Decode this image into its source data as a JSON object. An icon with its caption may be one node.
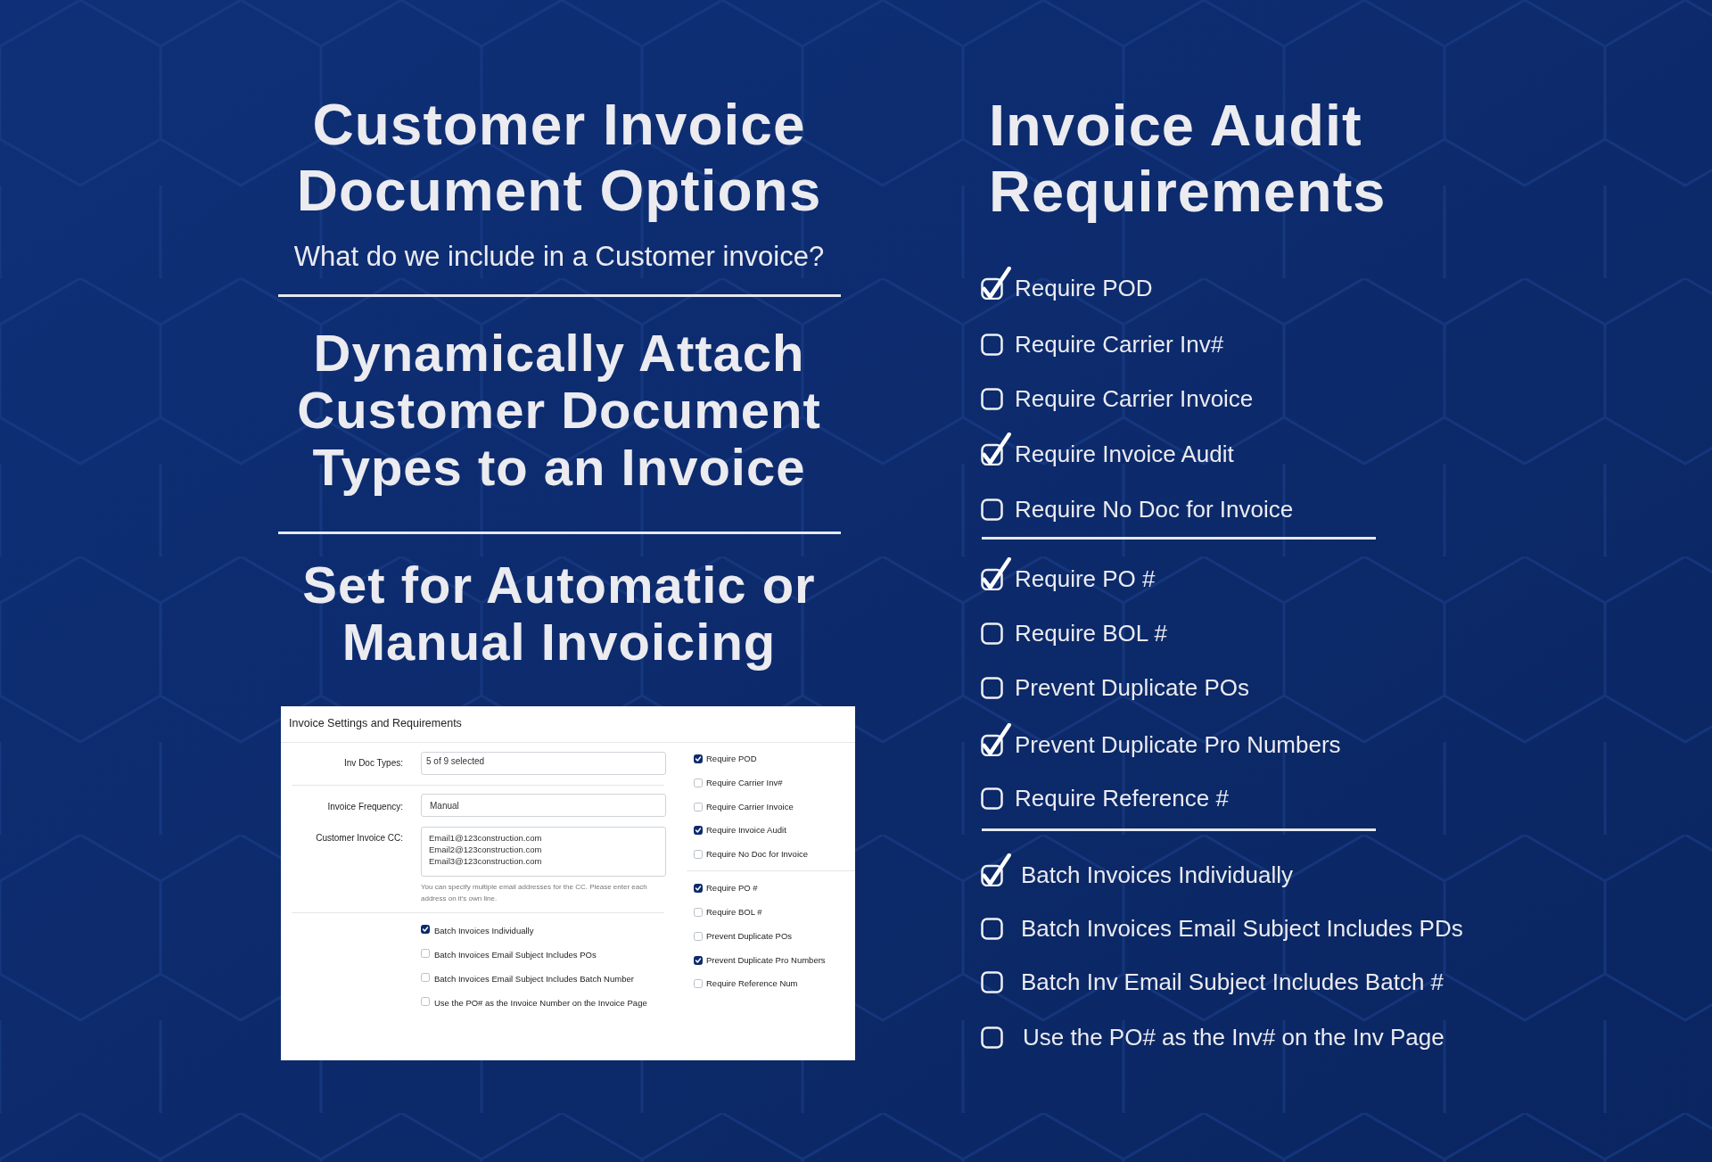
{
  "diagram": {
    "labels": [
      "Customer Invoice Document Options",
      "What do we include in a Customer invoice?",
      "Dynamically Attach Customer Document Types to an Invoice",
      "Set for Automatic or Manual Invoicing",
      "Invoice Audit Requirements",
      "Require POD",
      "Require Carrier Inv#",
      "Require Carrier Invoice",
      "Require Invoice Audit",
      "Require No Doc for Invoice",
      "Require PO #",
      "Require BOL #",
      "Prevent Duplicate POs",
      "Prevent Duplicate Pro Numbers",
      "Require Reference #",
      "Batch Invoices Individually",
      "Batch Invoices Email Subject Includes PDs",
      "Batch Inv Email Subject Includes Batch #",
      "Use the PO# as the Inv# on the Inv Page",
      "Invoice Settings and Requirements",
      "Inv Doc Types:",
      "5 of 9 selected",
      "Invoice Frequency:",
      "Manual",
      "Customer Invoice CC:",
      "Email1@123construction.com",
      "Email2@123construction.com",
      "Email3@123construction.com",
      "You can specify multiple email addresses for the CC. Please enter each address on it's own line.",
      "Batch Invoices Individually",
      "Batch Invoices Email Subject Includes POs",
      "Batch Invoices Email Subject Includes Batch Number",
      "Use the PO# as the Invoice Number on the Invoice Page",
      "Require POD",
      "Require Carrier Inv#",
      "Require Carrier Invoice",
      "Require Invoice Audit",
      "Require No Doc for Invoice",
      "Require PO #",
      "Require BOL #",
      "Prevent Duplicate POs",
      "Prevent Duplicate Pro Numbers",
      "Require Reference Num"
    ]
  }
}
